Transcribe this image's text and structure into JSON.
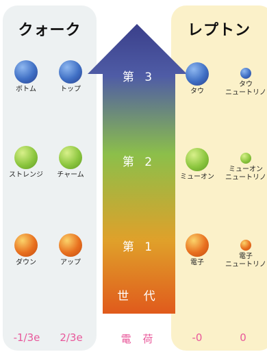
{
  "quark_panel": {
    "title": "クォーク"
  },
  "lepton_panel": {
    "title": "レプトン"
  },
  "generations": {
    "third": "第 3",
    "second": "第 2",
    "first": "第 1",
    "axis_label": "世 代"
  },
  "charge_axis_label": "電 荷",
  "charges": {
    "down": "-1/3e",
    "up": "2/3e",
    "lepton": "-0",
    "neutrino": "0"
  },
  "particles": {
    "bottom": "ボトム",
    "top": "トップ",
    "strange": "ストレンジ",
    "charm": "チャーム",
    "down": "ダウン",
    "up": "アップ",
    "tau": "タウ",
    "tau_neutrino": "タウ\nニュートリノ",
    "muon": "ミューオン",
    "muon_neutrino": "ミューオン\nニュートリノ",
    "electron": "電子",
    "electron_neutrino": "電子\nニュートリノ"
  },
  "colors": {
    "gen3": "#3f6fc4",
    "gen2": "#8cc63f",
    "gen1": "#e8701f",
    "charge_text": "#e8579a",
    "quark_bg": "#edf1f2",
    "lepton_bg": "#fbf1c9"
  }
}
